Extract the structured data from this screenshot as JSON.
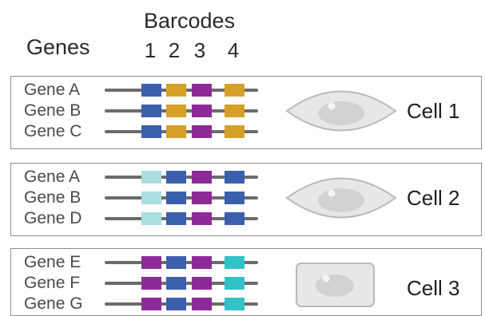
{
  "header": {
    "genes_label": "Genes",
    "barcodes_label": "Barcodes",
    "barcode_numbers": [
      "1",
      "2",
      "3",
      "4"
    ]
  },
  "colors": {
    "blue": "#3c5fad",
    "gold": "#d4a028",
    "purple": "#8e2a97",
    "light_teal": "#a9dde0",
    "teal": "#33c3c6",
    "strand": "#6b6b6b",
    "cell_fill": "#e7e7e7",
    "cell_stroke": "#b9b9b9"
  },
  "cells": [
    {
      "label": "Cell 1",
      "shape": "eye-shaped-cell",
      "genes": [
        {
          "name": "Gene A",
          "barcodes": [
            "blue",
            "gold",
            "purple",
            "gold"
          ]
        },
        {
          "name": "Gene B",
          "barcodes": [
            "blue",
            "gold",
            "purple",
            "gold"
          ]
        },
        {
          "name": "Gene C",
          "barcodes": [
            "blue",
            "gold",
            "purple",
            "gold"
          ]
        }
      ]
    },
    {
      "label": "Cell 2",
      "shape": "eye-shaped-cell",
      "genes": [
        {
          "name": "Gene A",
          "barcodes": [
            "light_teal",
            "blue",
            "purple",
            "blue"
          ]
        },
        {
          "name": "Gene B",
          "barcodes": [
            "light_teal",
            "blue",
            "purple",
            "blue"
          ]
        },
        {
          "name": "Gene D",
          "barcodes": [
            "light_teal",
            "blue",
            "purple",
            "blue"
          ]
        }
      ]
    },
    {
      "label": "Cell 3",
      "shape": "rectangular-cell",
      "genes": [
        {
          "name": "Gene E",
          "barcodes": [
            "purple",
            "blue",
            "purple",
            "teal"
          ]
        },
        {
          "name": "Gene F",
          "barcodes": [
            "purple",
            "blue",
            "purple",
            "teal"
          ]
        },
        {
          "name": "Gene G",
          "barcodes": [
            "purple",
            "blue",
            "purple",
            "teal"
          ]
        }
      ]
    }
  ]
}
